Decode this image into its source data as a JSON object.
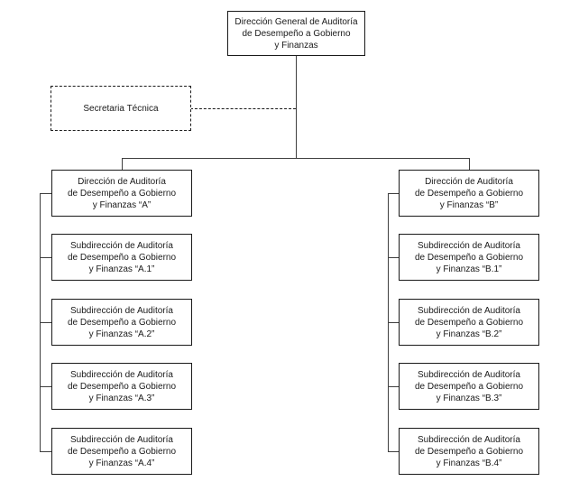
{
  "org": {
    "root": {
      "label": "Dirección General de Auditoría\nde Desempeño a Gobierno\ny Finanzas"
    },
    "secretaria": {
      "label": "Secretaria Técnica"
    },
    "column_a": {
      "director": {
        "label": "Dirección de Auditoría\nde Desempeño a Gobierno\ny Finanzas “A”"
      },
      "subs": [
        {
          "label": "Subdirección de Auditoría\nde Desempeño a Gobierno\ny Finanzas “A.1”"
        },
        {
          "label": "Subdirección de Auditoría\nde Desempeño a Gobierno\ny Finanzas “A.2”"
        },
        {
          "label": "Subdirección de Auditoría\nde Desempeño a Gobierno\ny Finanzas “A.3”"
        },
        {
          "label": "Subdirección de Auditoría\nde Desempeño a Gobierno\ny Finanzas “A.4”"
        }
      ]
    },
    "column_b": {
      "director": {
        "label": "Dirección de Auditoría\nde Desempeño a Gobierno\ny Finanzas “B”"
      },
      "subs": [
        {
          "label": "Subdirección de Auditoría\nde Desempeño a Gobierno\ny Finanzas “B.1”"
        },
        {
          "label": "Subdirección de Auditoría\nde Desempeño a Gobierno\ny Finanzas “B.2”"
        },
        {
          "label": "Subdirección de Auditoría\nde Desempeño a Gobierno\ny Finanzas “B.3”"
        },
        {
          "label": "Subdirección de Auditoría\nde Desempeño a Gobierno\ny Finanzas “B.4”"
        }
      ]
    },
    "colors": {
      "line": "#3f3f3f",
      "border": "#1a1a1a",
      "background": "#ffffff"
    }
  }
}
